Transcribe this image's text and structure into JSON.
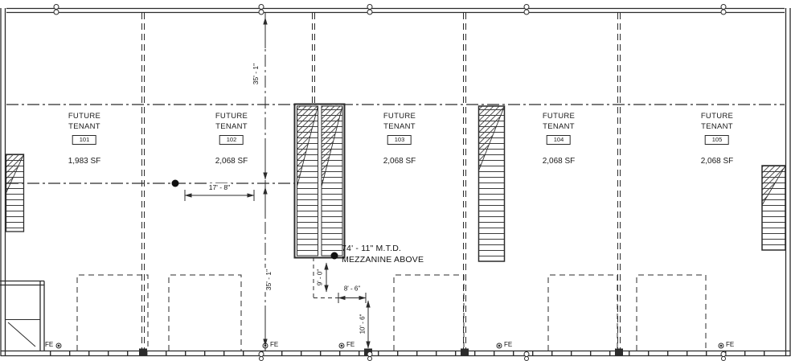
{
  "tenants": [
    {
      "name_line1": "FUTURE",
      "name_line2": "TENANT",
      "tag": "101",
      "area": "1,983 SF"
    },
    {
      "name_line1": "FUTURE",
      "name_line2": "TENANT",
      "tag": "102",
      "area": "2,068 SF"
    },
    {
      "name_line1": "FUTURE",
      "name_line2": "TENANT",
      "tag": "103",
      "area": "2,068 SF"
    },
    {
      "name_line1": "FUTURE",
      "name_line2": "TENANT",
      "tag": "104",
      "area": "2,068 SF"
    },
    {
      "name_line1": "FUTURE",
      "name_line2": "TENANT",
      "tag": "105",
      "area": "2,068 SF"
    }
  ],
  "dimensions": {
    "upper_vertical": "35' - 1\"",
    "lower_vertical": "35' - 1\"",
    "tenant_width": "17' - 8\"",
    "stair_depth": "9' - 0\"",
    "landing_width": "8' - 6\"",
    "entry_depth": "10' - 6\""
  },
  "notes": {
    "mtd_line1": "74' - 11\" M.T.D.",
    "mtd_line2": "MEZZANINE ABOVE"
  },
  "annotations": {
    "fire_extinguisher": "FE"
  },
  "colors": {
    "line": "#2b2b2b",
    "background": "#ffffff"
  }
}
